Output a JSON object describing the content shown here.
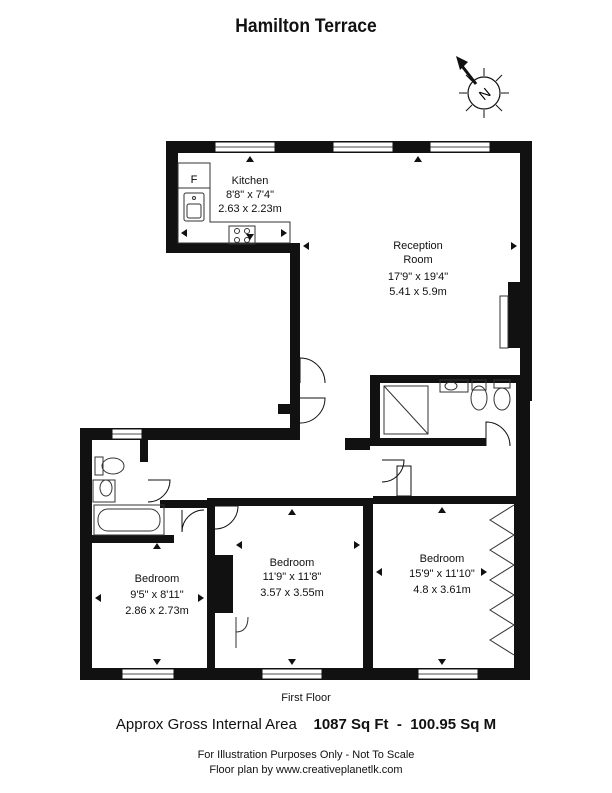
{
  "title": "Hamilton Terrace",
  "compass": {
    "letter": "N",
    "icon": "compass-icon"
  },
  "rooms": [
    {
      "id": "kitchen",
      "name": "Kitchen",
      "imperial": "8'8\" x 7'4\"",
      "metric": "2.63 x 2.23m"
    },
    {
      "id": "reception",
      "name": "Reception",
      "name2": "Room",
      "imperial": "17'9\" x 19'4\"",
      "metric": "5.41 x 5.9m"
    },
    {
      "id": "bedroom-left",
      "name": "Bedroom",
      "imperial": "9'5\" x 8'11\"",
      "metric": "2.86 x 2.73m"
    },
    {
      "id": "bedroom-middle",
      "name": "Bedroom",
      "imperial": "11'9\" x 11'8\"",
      "metric": "3.57 x 3.55m"
    },
    {
      "id": "bedroom-right",
      "name": "Bedroom",
      "imperial": "15'9\" x 11'10\"",
      "metric": "4.8 x 3.61m"
    }
  ],
  "kitchen_fridge_label": "F",
  "floor_label": "First Floor",
  "area": {
    "prefix": "Approx Gross Internal Area",
    "sqft": "1087 Sq Ft",
    "sep": "-",
    "sqm": "100.95 Sq M"
  },
  "disclaimer": "For Illustration Purposes Only - Not To Scale",
  "credit": "Floor plan by www.creativeplanetlk.com",
  "colors": {
    "wall": "#111111",
    "window": "#ffffff",
    "fixture": "#333333"
  }
}
